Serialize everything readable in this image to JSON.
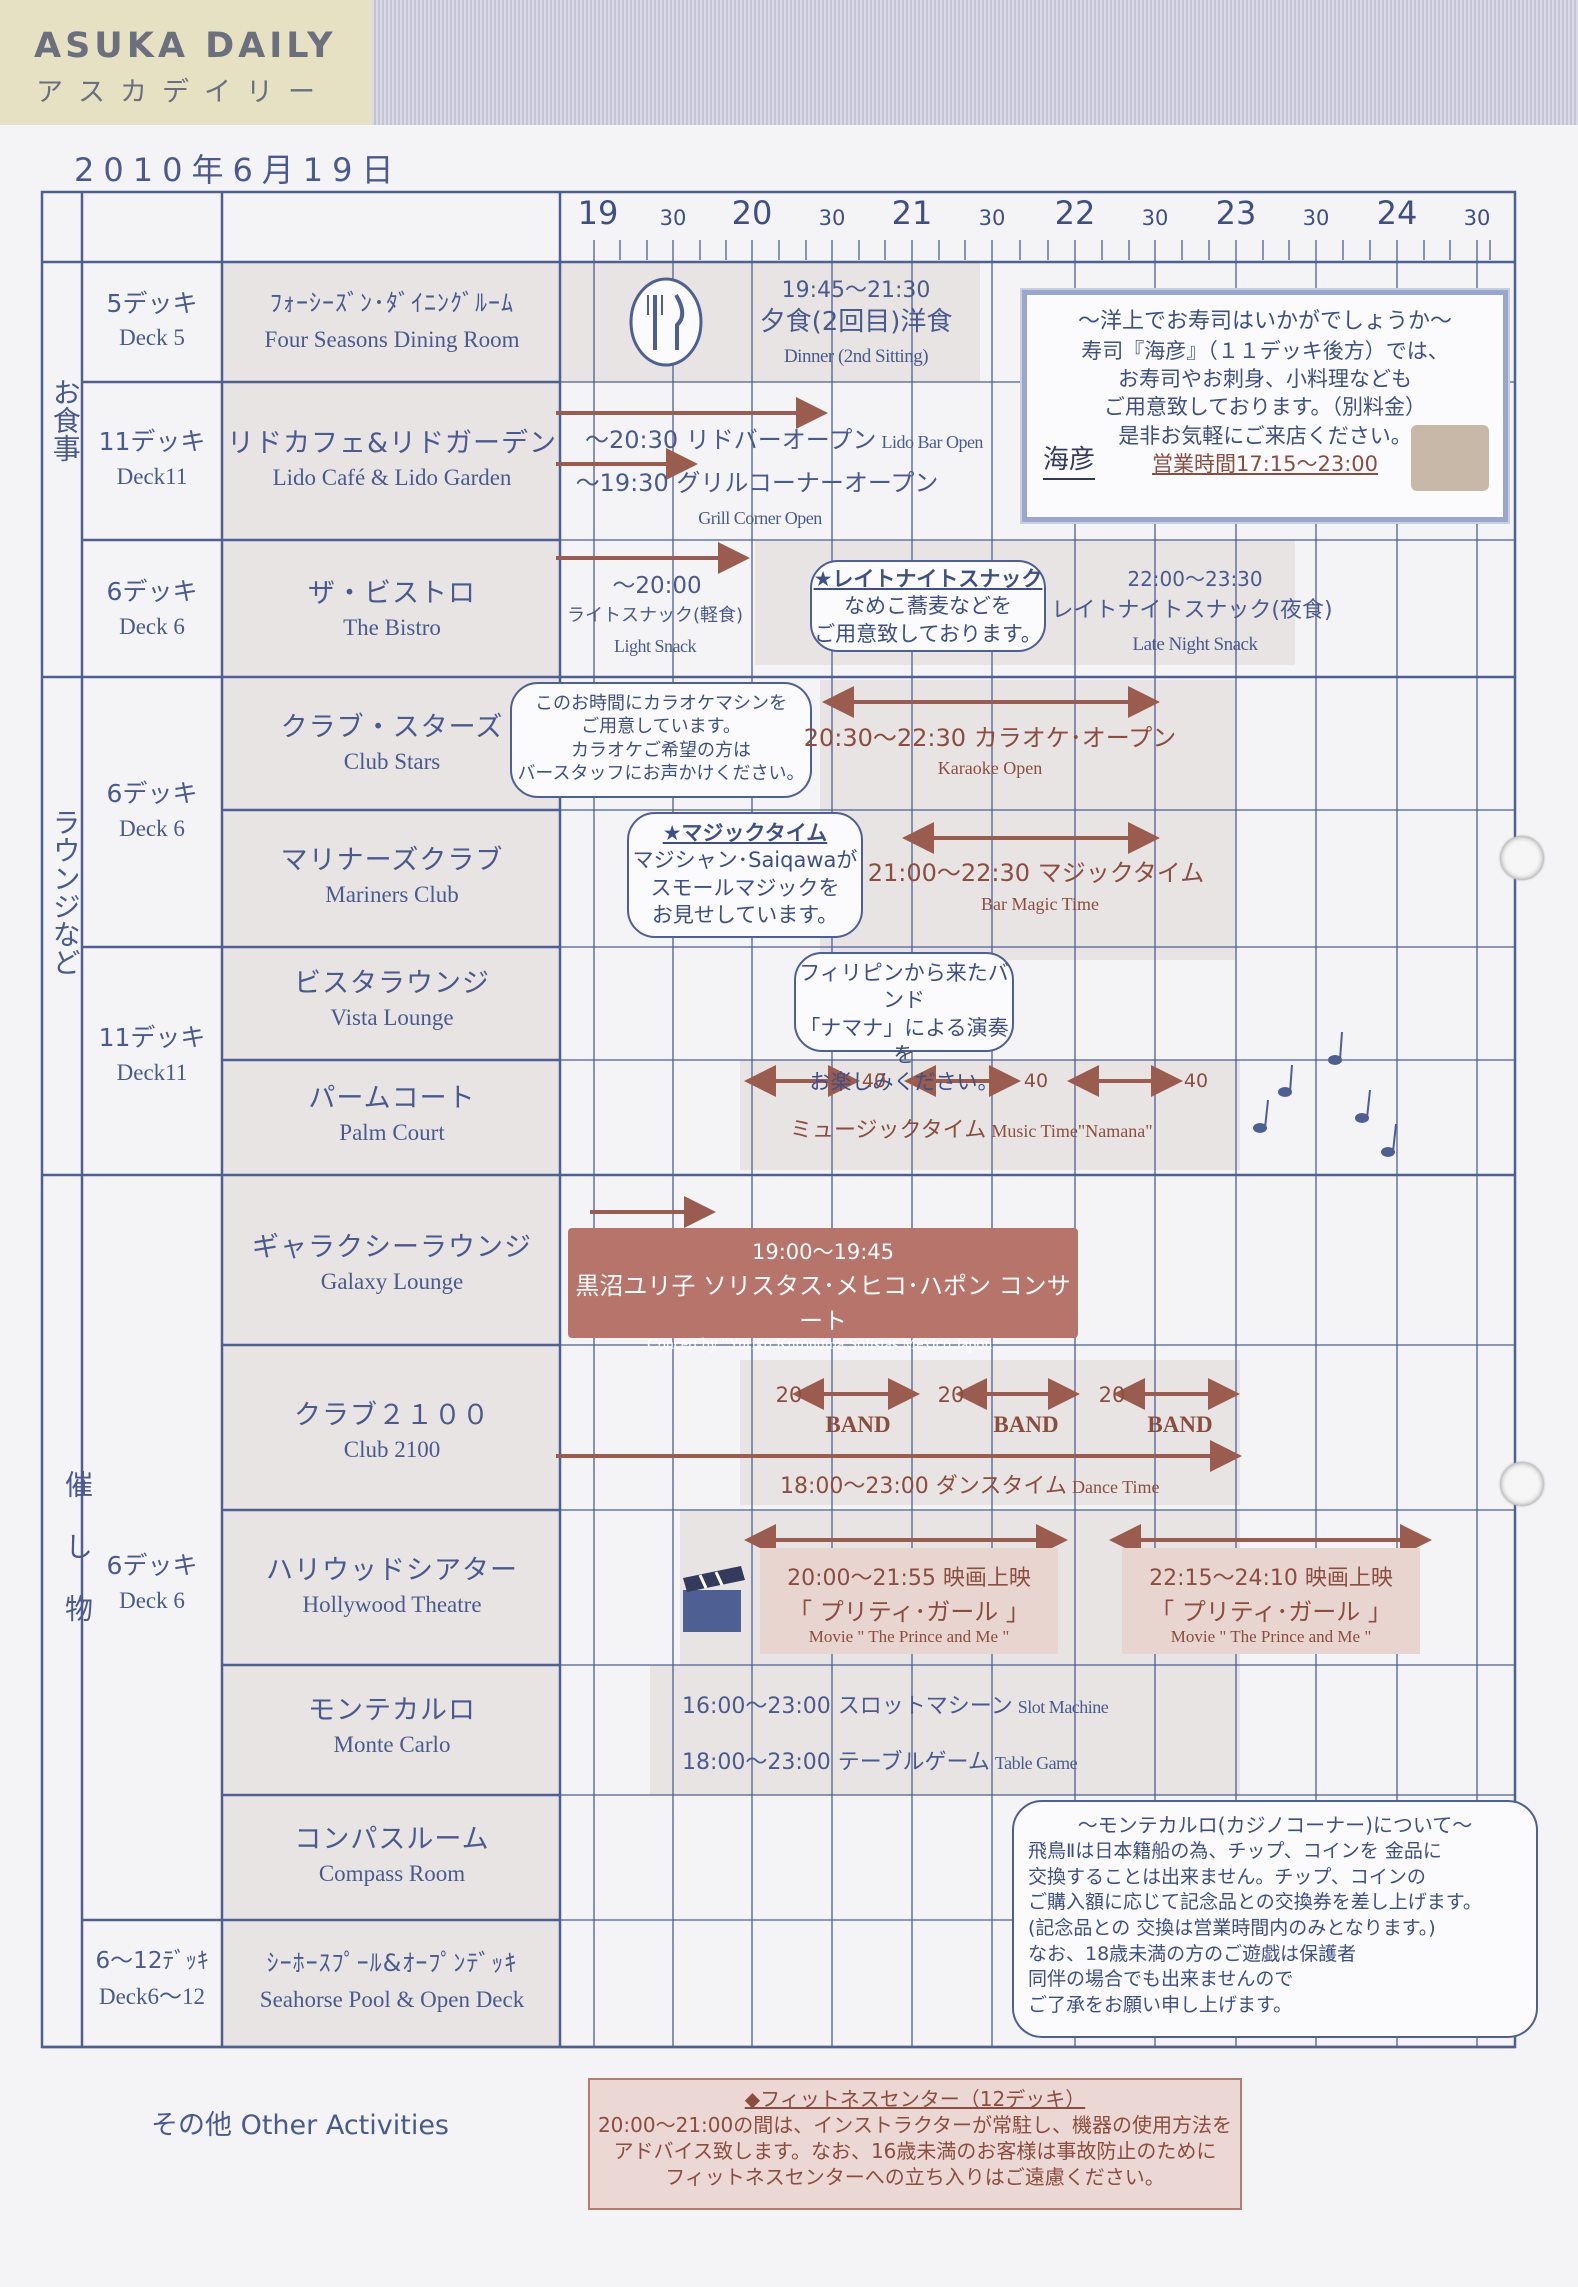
{
  "header": {
    "brand_en": "ASUKA DAILY",
    "brand_jp": "アスカデイリー",
    "date": "2010年6月19日"
  },
  "time_axis": {
    "hours": [
      "19",
      "20",
      "21",
      "22",
      "23",
      "24"
    ],
    "half": "30"
  },
  "categories": {
    "dining": "お食事",
    "lounge": "ラウンジなど",
    "events": "催し物",
    "other": "その他 Other Activities"
  },
  "decks": {
    "d5": {
      "jp": "5デッキ",
      "en": "Deck 5"
    },
    "d11a": {
      "jp": "11デッキ",
      "en": "Deck11"
    },
    "d6a": {
      "jp": "6デッキ",
      "en": "Deck 6"
    },
    "d6b": {
      "jp": "6デッキ",
      "en": "Deck 6"
    },
    "d11b": {
      "jp": "11デッキ",
      "en": "Deck11"
    },
    "d6c": {
      "jp": "6デッキ",
      "en": "Deck 6"
    },
    "d612": {
      "jp": "6～12ﾃﾞｯｷ",
      "en": "Deck6～12"
    }
  },
  "venues": {
    "four_seasons": {
      "jp": "ﾌｫｰｼｰｽﾞﾝ･ﾀﾞｲﾆﾝｸﾞﾙｰﾑ",
      "en": "Four Seasons Dining Room"
    },
    "lido": {
      "jp": "リドカフェ&リドガーデン",
      "en": "Lido Café & Lido Garden"
    },
    "bistro": {
      "jp": "ザ・ビストロ",
      "en": "The Bistro"
    },
    "club_stars": {
      "jp": "クラブ・スターズ",
      "en": "Club Stars"
    },
    "mariners": {
      "jp": "マリナーズクラブ",
      "en": "Mariners Club"
    },
    "vista": {
      "jp": "ビスタラウンジ",
      "en": "Vista Lounge"
    },
    "palm": {
      "jp": "パームコート",
      "en": "Palm Court"
    },
    "galaxy": {
      "jp": "ギャラクシーラウンジ",
      "en": "Galaxy Lounge"
    },
    "club2100": {
      "jp": "クラブ２１００",
      "en": "Club 2100"
    },
    "hollywood": {
      "jp": "ハリウッドシアター",
      "en": "Hollywood Theatre"
    },
    "monte": {
      "jp": "モンテカルロ",
      "en": "Monte Carlo"
    },
    "compass": {
      "jp": "コンパスルーム",
      "en": "Compass Room"
    },
    "seahorse": {
      "jp": "ｼｰﾎｰｽﾌﾟｰﾙ&ｵｰﾌﾟﾝﾃﾞｯｷ",
      "en": "Seahorse Pool & Open Deck"
    }
  },
  "events": {
    "dinner_time": "19:45～21:30",
    "dinner_jp": "夕食(2回目)洋食",
    "dinner_en": "Dinner (2nd Sitting)",
    "lido_bar": "～20:30 リドバーオープン",
    "lido_bar_en": "Lido Bar Open",
    "grill": "～19:30 グリルコーナーオープン",
    "grill_en": "Grill Corner Open",
    "light_time": "～20:00",
    "light_jp": "ライトスナック(軽食)",
    "light_en": "Light Snack",
    "late_time": "22:00～23:30",
    "late_jp": "レイトナイトスナック(夜食)",
    "late_en": "Late Night Snack",
    "karaoke_jp": "20:30～22:30 カラオケ･オープン",
    "karaoke_en": "Karaoke Open",
    "magic_jp": "21:00～22:30 マジックタイム",
    "magic_en": "Bar Magic Time",
    "music_jp": "ミュージックタイム",
    "music_en": "Music Time\"Namana\"",
    "forty": "40",
    "concert_time": "19:00～19:45",
    "concert_jp": "黒沼ユリ子 ソリスタス･メヒコ･ハポン コンサート",
    "concert_en": "Concert by \"Yuriko Kuronuma Solistas Mexico Japon\"",
    "twenty": "20",
    "band": "BAND",
    "dance_jp": "18:00～23:00 ダンスタイム",
    "dance_en": "Dance Time",
    "movie1_time": "20:00～21:55 映画上映",
    "movie2_time": "22:15～24:10 映画上映",
    "movie_title": "「 プリティ･ガール 」",
    "movie_en": "Movie \" The Prince and Me \"",
    "slot_jp": "16:00～23:00 スロットマシーン",
    "slot_en": "Slot Machine",
    "table_jp": "18:00～23:00 テーブルゲーム",
    "table_en": "Table Game"
  },
  "notes": {
    "sushi": [
      "～洋上でお寿司はいかがでしょうか～",
      "寿司『海彦』（１１デッキ後方）では、",
      "お寿司やお刺身、小料理なども",
      "ご用意致しております。（別料金）",
      "是非お気軽にご来店ください。"
    ],
    "sushi_hours": "営業時間17:15～23:00",
    "sushi_logo": "海彦",
    "snack": [
      "★レイトナイトスナック",
      "なめこ蕎麦などを",
      "ご用意致しております。"
    ],
    "karaoke": [
      "このお時間にカラオケマシンを",
      "ご用意しています。",
      "カラオケご希望の方は",
      "バースタッフにお声かけください。"
    ],
    "magic": [
      "★マジックタイム",
      "マジシャン･Saiqawaが",
      "スモールマジックを",
      "お見せしています。"
    ],
    "band": [
      "フィリピンから来たバンド",
      "「ナマナ」による演奏を",
      "お楽しみください。"
    ],
    "casino": [
      "～モンテカルロ(カジノコーナー)について～",
      "飛鳥Ⅱは日本籍船の為、チップ、コインを 金品に",
      "交換することは出来ません。チップ、コインの",
      "ご購入額に応じて記念品との交換券を差し上げます。",
      "(記念品との 交換は営業時間内のみとなります。)",
      "なお、18歳未満の方のご遊戯は保護者",
      "同伴の場合でも出来ませんので",
      "ご了承をお願い申し上げます。"
    ],
    "fitness": [
      "◆フィットネスセンター（12デッキ）",
      "20:00～21:00の間は、インストラクターが常駐し、機器の使用方法を",
      "アドバイス致します。なお、16歳未満のお客様は事故防止のために",
      "フィットネスセンターへの立ち入りはご遠慮ください。"
    ]
  },
  "icons": [
    "fork-knife-icon",
    "clapperboard-icon",
    "music-notes-icon",
    "casino-chips-icon",
    "sushi-photo-icon"
  ],
  "colors": {
    "navy": "#4e5f93",
    "accent": "#8b4d3f",
    "brand_bg": "#e6e1c2"
  }
}
